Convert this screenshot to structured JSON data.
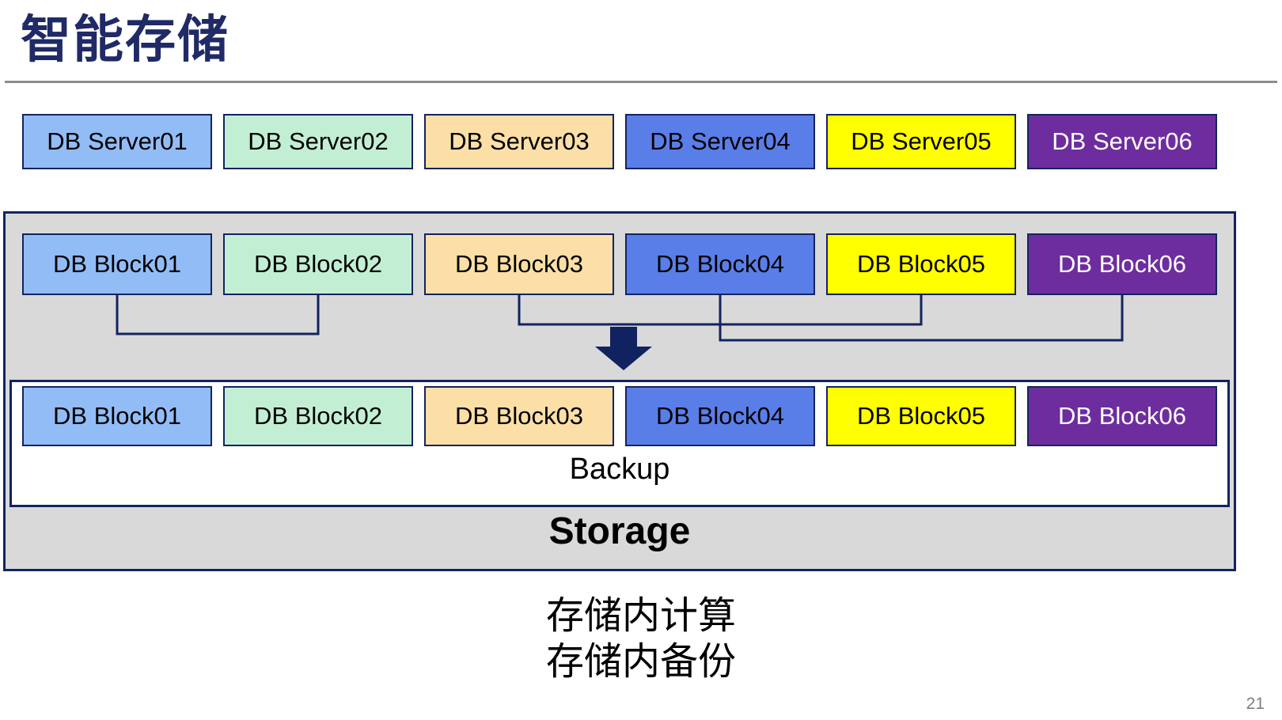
{
  "slide": {
    "title": "智能存储",
    "page_number": "21",
    "caption_line1": "存储内计算",
    "caption_line2": "存储内备份"
  },
  "servers": [
    {
      "label": "DB Server01",
      "bg": "#92BCF6",
      "fg": "#000000"
    },
    {
      "label": "DB Server02",
      "bg": "#C2EFD4",
      "fg": "#000000"
    },
    {
      "label": "DB Server03",
      "bg": "#FBDFA6",
      "fg": "#000000"
    },
    {
      "label": "DB Server04",
      "bg": "#5A7EE8",
      "fg": "#000000"
    },
    {
      "label": "DB Server05",
      "bg": "#FFFF00",
      "fg": "#000000"
    },
    {
      "label": "DB Server06",
      "bg": "#6E2D9E",
      "fg": "#FFFFFF"
    }
  ],
  "storage": {
    "label": "Storage",
    "backup_label": "Backup",
    "blocks_top": [
      {
        "label": "DB Block01",
        "bg": "#92BCF6",
        "fg": "#000000"
      },
      {
        "label": "DB Block02",
        "bg": "#C2EFD4",
        "fg": "#000000"
      },
      {
        "label": "DB Block03",
        "bg": "#FBDFA6",
        "fg": "#000000"
      },
      {
        "label": "DB Block04",
        "bg": "#5A7EE8",
        "fg": "#000000"
      },
      {
        "label": "DB Block05",
        "bg": "#FFFF00",
        "fg": "#000000"
      },
      {
        "label": "DB Block06",
        "bg": "#6E2D9E",
        "fg": "#FFFFFF"
      }
    ],
    "blocks_bottom": [
      {
        "label": "DB Block01",
        "bg": "#92BCF6",
        "fg": "#000000"
      },
      {
        "label": "DB Block02",
        "bg": "#C2EFD4",
        "fg": "#000000"
      },
      {
        "label": "DB Block03",
        "bg": "#FBDFA6",
        "fg": "#000000"
      },
      {
        "label": "DB Block04",
        "bg": "#5A7EE8",
        "fg": "#000000"
      },
      {
        "label": "DB Block05",
        "bg": "#FFFF00",
        "fg": "#000000"
      },
      {
        "label": "DB Block06",
        "bg": "#6E2D9E",
        "fg": "#FFFFFF"
      }
    ]
  },
  "icons": {
    "down_arrow": "down-arrow"
  },
  "colors": {
    "title": "#1F2A66",
    "line": "#14235F",
    "container_fill": "#D9D9D9",
    "rule": "#8C8C8C",
    "arrow": "#112260",
    "page_number": "#7F7F7F"
  }
}
